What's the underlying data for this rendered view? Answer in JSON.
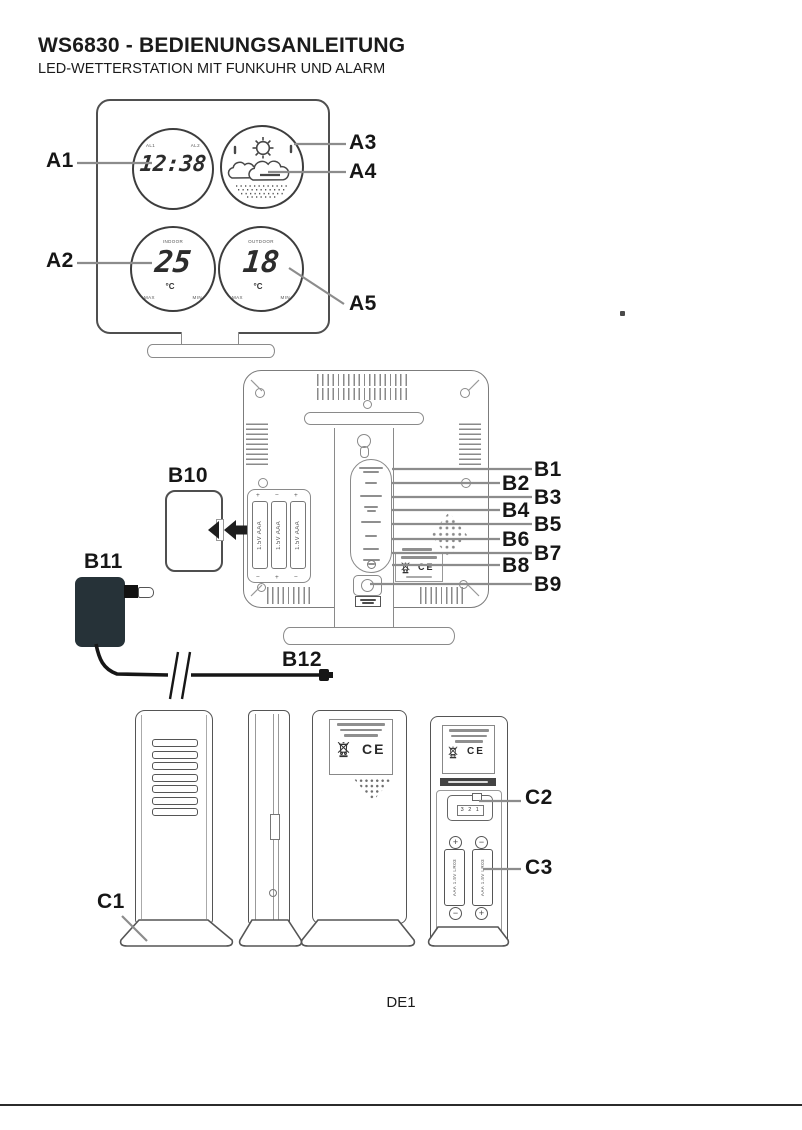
{
  "doc": {
    "title": "WS6830 - BEDIENUNGSANLEITUNG",
    "subtitle": "LED-WETTERSTATION MIT FUNKUHR UND ALARM",
    "page_number": "DE1"
  },
  "station_front": {
    "clock": {
      "time": "12:38",
      "alarm_left": "AL1",
      "alarm_right": "AL2"
    },
    "indoor": {
      "caption": "INDOOR",
      "value": "25",
      "unit": "°C",
      "max": "MAX",
      "min": "MIN"
    },
    "outdoor": {
      "caption": "OUTDOOR",
      "value": "18",
      "unit": "°C",
      "max": "MAX",
      "min": "MIN"
    },
    "callouts": {
      "a1": "A1",
      "a2": "A2",
      "a3": "A3",
      "a4": "A4",
      "a5": "A5"
    }
  },
  "station_back": {
    "battery_label": "1.5V AAA",
    "polarity_plus": "+",
    "polarity_minus": "−",
    "ce_label": "CE",
    "callouts": {
      "b1": "B1",
      "b2": "B2",
      "b3": "B3",
      "b4": "B4",
      "b5": "B5",
      "b6": "B6",
      "b7": "B7",
      "b8": "B8",
      "b9": "B9",
      "b10": "B10",
      "b11": "B11",
      "b12": "B12"
    }
  },
  "sensor": {
    "ce_label": "CE",
    "channel_digits": "3 2 1",
    "battery_label": "AAA 1.5V LR03",
    "polarity_plus": "+",
    "polarity_minus": "−",
    "callouts": {
      "c1": "C1",
      "c2": "C2",
      "c3": "C3"
    }
  }
}
